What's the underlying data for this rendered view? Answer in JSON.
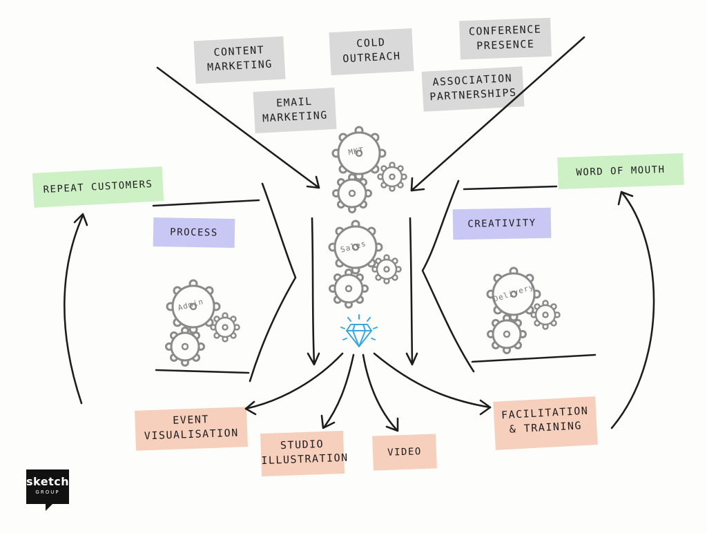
{
  "labels": {
    "content_marketing": "Content\nMarketing",
    "cold_outreach": "Cold\nOutreach",
    "conference_presence": "Conference\nPresence",
    "email_marketing": "Email\nMarketing",
    "association_partnerships": "Association\nPartnerships",
    "repeat_customers": "Repeat Customers",
    "word_of_mouth": "Word of Mouth",
    "process": "Process",
    "creativity": "Creativity",
    "event_visualisation": "Event\nVisualisation",
    "studio_illustration": "Studio\nIllustration",
    "video": "Video",
    "facilitation_training": "Facilitation\n& Training"
  },
  "gears": {
    "mkt": "MKT",
    "sales": "Sales",
    "admin": "Admin",
    "delivery": "Delivery"
  },
  "logo": {
    "line1": "sketch",
    "line2": "GROUP"
  },
  "colors": {
    "gray": "#d9d9d9",
    "green": "#cdf0c5",
    "purple": "#c9c8f4",
    "peach": "#f6d0bd",
    "diamond": "#3aa7e0",
    "ink": "#1d1d1d",
    "gear": "#8a8a8a"
  }
}
